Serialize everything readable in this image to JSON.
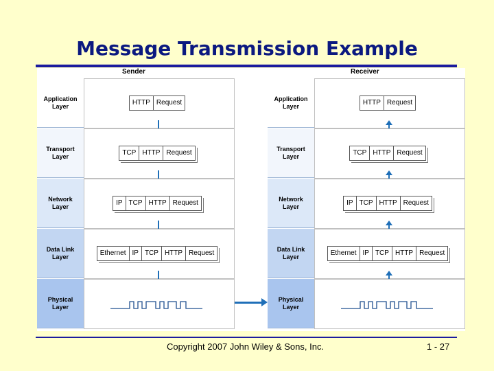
{
  "title": "Message Transmission Example",
  "footer": {
    "copyright": "Copyright 2007 John Wiley & Sons, Inc.",
    "page": "1 - 27"
  },
  "sender": {
    "heading": "Sender",
    "layers": [
      {
        "name1": "Application",
        "name2": "Layer",
        "packet": [
          "HTTP",
          "Request"
        ]
      },
      {
        "name1": "Transport",
        "name2": "Layer",
        "packet": [
          "TCP",
          "HTTP",
          "Request"
        ]
      },
      {
        "name1": "Network",
        "name2": "Layer",
        "packet": [
          "IP",
          "TCP",
          "HTTP",
          "Request"
        ]
      },
      {
        "name1": "Data Link",
        "name2": "Layer",
        "packet": [
          "Ethernet",
          "IP",
          "TCP",
          "HTTP",
          "Request"
        ]
      },
      {
        "name1": "Physical",
        "name2": "Layer",
        "packet": []
      }
    ]
  },
  "receiver": {
    "heading": "Receiver",
    "layers": [
      {
        "name1": "Application",
        "name2": "Layer",
        "packet": [
          "HTTP",
          "Request"
        ]
      },
      {
        "name1": "Transport",
        "name2": "Layer",
        "packet": [
          "TCP",
          "HTTP",
          "Request"
        ]
      },
      {
        "name1": "Network",
        "name2": "Layer",
        "packet": [
          "IP",
          "TCP",
          "HTTP",
          "Request"
        ]
      },
      {
        "name1": "Data Link",
        "name2": "Layer",
        "packet": [
          "Ethernet",
          "IP",
          "TCP",
          "HTTP",
          "Request"
        ]
      },
      {
        "name1": "Physical",
        "name2": "Layer",
        "packet": []
      }
    ]
  },
  "colors": {
    "title": "#0B1980",
    "arrow": "#1F6FB8",
    "background": "#FFFFCC"
  }
}
